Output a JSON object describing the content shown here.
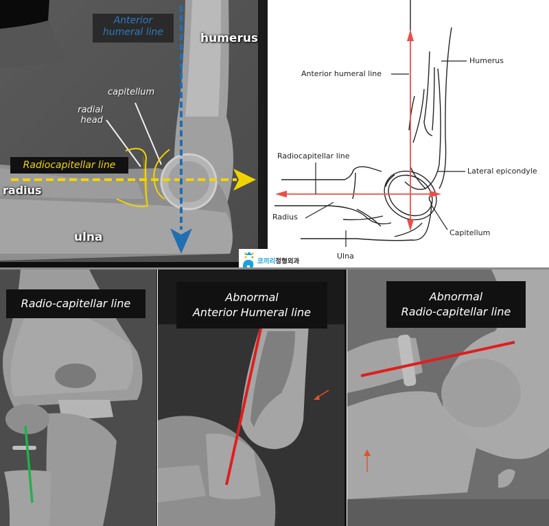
{
  "top_left_xray": {
    "anterior_humeral_line_label": "Anterior humeral line",
    "anterior_humeral_line_color": "#1f6fb2",
    "radiocapitellar_line_label": "Radiocapitellar line",
    "radiocapitellar_line_color": "#f2d400",
    "bones": {
      "humerus": "humerus",
      "radius": "radius",
      "ulna": "ulna"
    },
    "annotations": {
      "capitellum": "capitellum",
      "radial_head_line1": "radial",
      "radial_head_line2": "head"
    }
  },
  "top_right_diagram": {
    "line_color": "#e8504a",
    "labels": {
      "anterior_humeral_line": "Anterior humeral line",
      "humerus": "Humerus",
      "radiocapitellar_line": "Radiocapitellar line",
      "lateral_epicondyle": "Lateral epicondyle",
      "radius": "Radius",
      "capitellum": "Capitellum",
      "ulna": "Ulna"
    }
  },
  "logo": {
    "text_accent": "코끼리",
    "text_main": "정형외과",
    "icon": "elephant-logo-icon"
  },
  "bottom_panels": [
    {
      "title_line1": "Radio-capitellar line",
      "title_line2": "",
      "line_color": "#1fb24a"
    },
    {
      "title_line1": "Abnormal",
      "title_line2": "Anterior Humeral line",
      "line_color": "#e01e1e",
      "arrow_color": "#e8502a"
    },
    {
      "title_line1": "Abnormal",
      "title_line2": "Radio-capitellar line",
      "line_color": "#e01e1e",
      "arrow_color": "#e8502a"
    }
  ]
}
